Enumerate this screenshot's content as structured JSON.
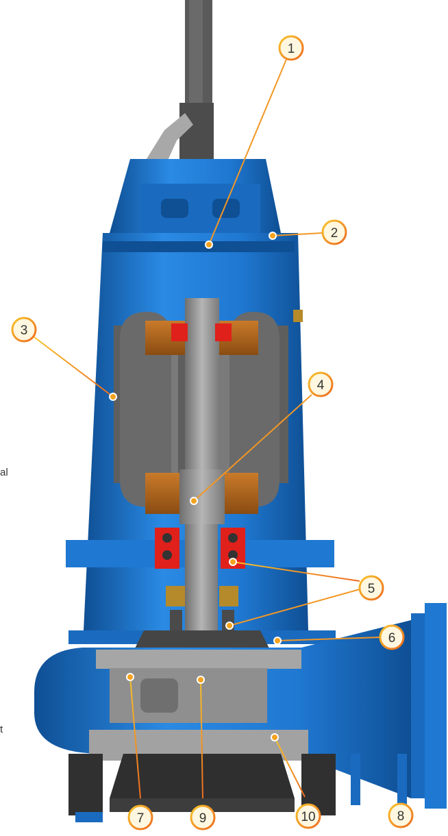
{
  "diagram": {
    "subject": "submersible pump cutaway",
    "colors": {
      "casing": "#1f78d1",
      "casing_dark": "#0f4f94",
      "steel": "#9a9a9a",
      "steel_light": "#bdbdbd",
      "steel_dark": "#5f5f5f",
      "winding": "#b86a1c",
      "stator": "#6e6e6e",
      "bearing": "#e0201b",
      "seal": "#b58a2a",
      "impeller": "#3a3a3a",
      "callout_stroke": "#f29a1f",
      "callout_fill": "#fff7df"
    },
    "callouts": [
      "1",
      "2",
      "3",
      "4",
      "5",
      "6",
      "7",
      "8",
      "9",
      "10"
    ],
    "edge_text": [
      "al",
      "t"
    ]
  }
}
